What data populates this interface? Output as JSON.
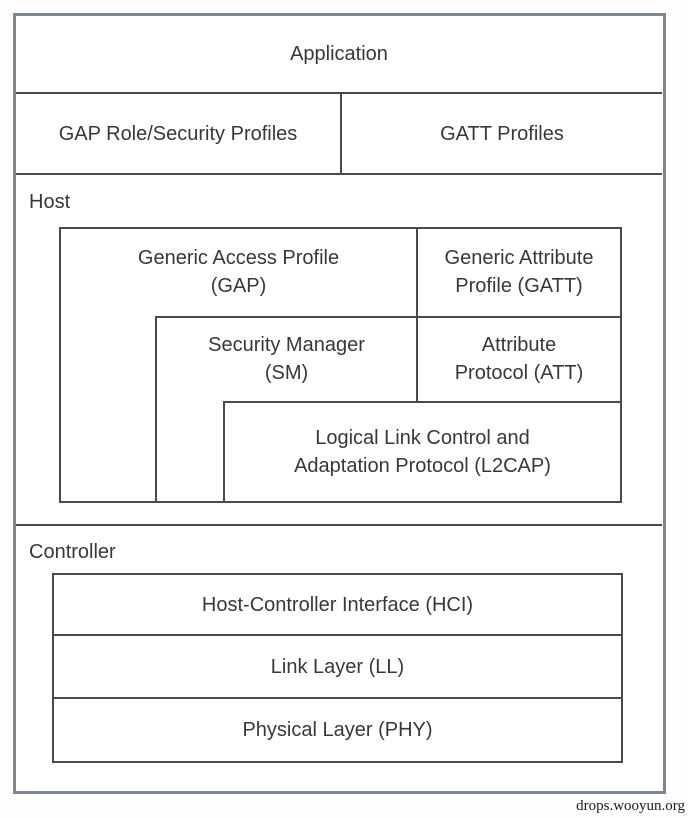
{
  "colors": {
    "outer_border": "#7e8694",
    "inner_line": "#4a4a4a",
    "text": "#383838",
    "background": "#ffffff"
  },
  "top_stack": {
    "application": "Application",
    "gap_profiles": "GAP Role/Security Profiles",
    "gatt_profiles": "GATT Profiles"
  },
  "host": {
    "label": "Host",
    "gap": {
      "line1": "Generic Access Profile",
      "line2": "(GAP)"
    },
    "gatt": {
      "line1": "Generic Attribute",
      "line2": "Profile (GATT)"
    },
    "sm": {
      "line1": "Security Manager",
      "line2": "(SM)"
    },
    "att": {
      "line1": "Attribute",
      "line2": "Protocol (ATT)"
    },
    "l2cap": {
      "line1": "Logical Link Control and",
      "line2": "Adaptation Protocol (L2CAP)"
    }
  },
  "controller": {
    "label": "Controller",
    "hci": "Host-Controller Interface (HCI)",
    "ll": "Link Layer (LL)",
    "phy": "Physical Layer (PHY)"
  },
  "watermark": "drops.wooyun.org"
}
